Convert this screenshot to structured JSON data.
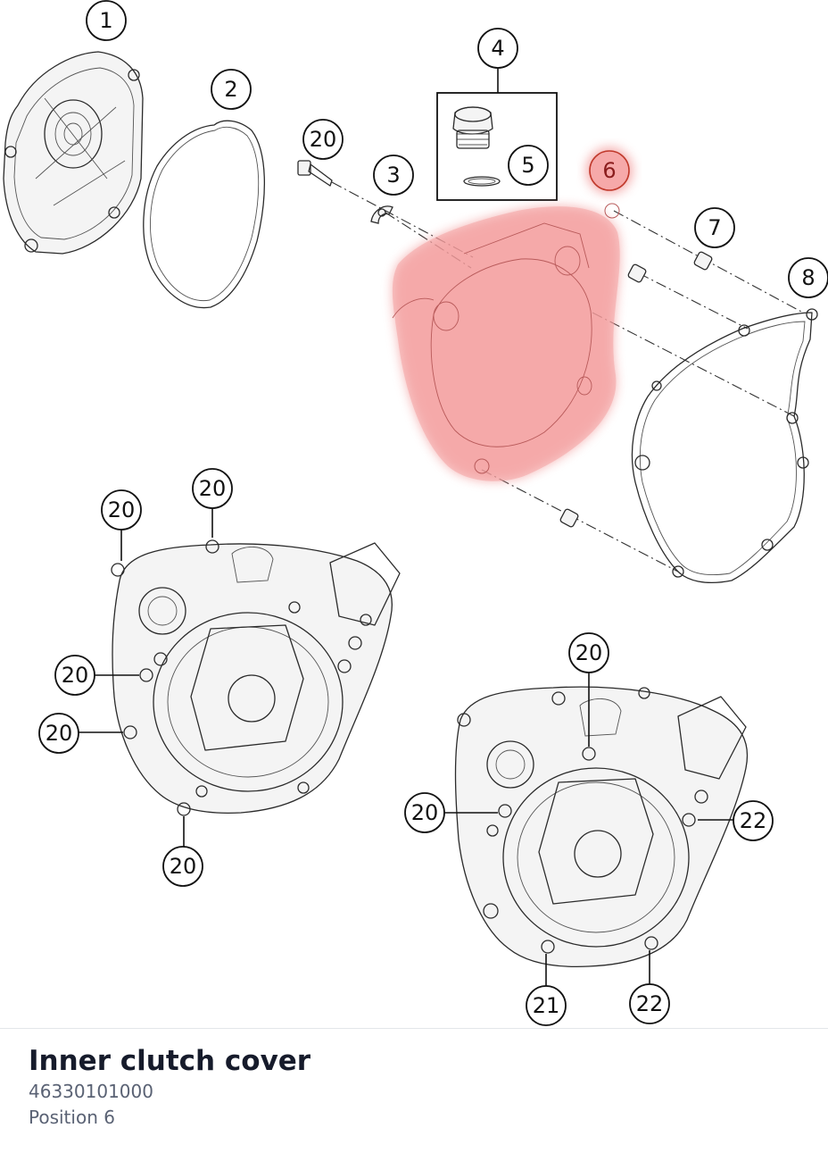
{
  "diagram": {
    "callouts": {
      "c1": "1",
      "c2": "2",
      "c3": "3",
      "c4": "4",
      "c5": "5",
      "c6": "6",
      "c7": "7",
      "c8": "8",
      "c20": "20",
      "c21": "21",
      "c22": "22"
    },
    "highlight_color": "#f08a8a",
    "highlighted_position": "6"
  },
  "part": {
    "name": "Inner clutch cover",
    "number": "46330101000",
    "position_label": "Position 6"
  }
}
